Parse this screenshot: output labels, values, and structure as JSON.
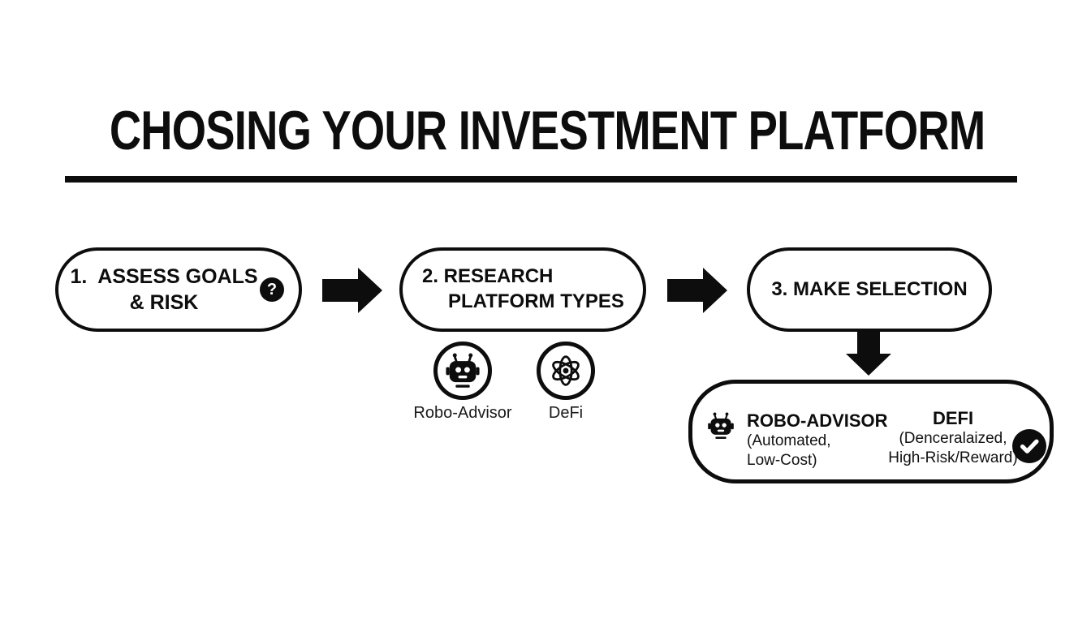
{
  "colors": {
    "ink": "#0d0d0d",
    "background": "#ffffff"
  },
  "header": {
    "title": "CHOSING YOUR INVESTMENT PLATFORM"
  },
  "steps": [
    {
      "line1": "1.  ASSESS GOALS",
      "line2": "& RISK",
      "badge_icon": "question-mark-icon",
      "badge_glyph": "?"
    },
    {
      "line1": "2. RESEARCH",
      "line2": "PLATFORM TYPES"
    },
    {
      "label": "3. MAKE SELECTION"
    }
  ],
  "platform_types": [
    {
      "icon": "robot-icon",
      "label": "Robo-Advisor"
    },
    {
      "icon": "atom-icon",
      "label": "DeFi"
    }
  ],
  "selection_box": {
    "options": [
      {
        "icon": "robot-icon",
        "name": "ROBO-ADVISOR",
        "detail1": "(Automated,",
        "detail2": "Low-Cost)"
      },
      {
        "name": "DEFI",
        "detail1": "(Denceralaized,",
        "detail2": "High-Risk/Reward)",
        "badge_icon": "check-icon"
      }
    ]
  }
}
